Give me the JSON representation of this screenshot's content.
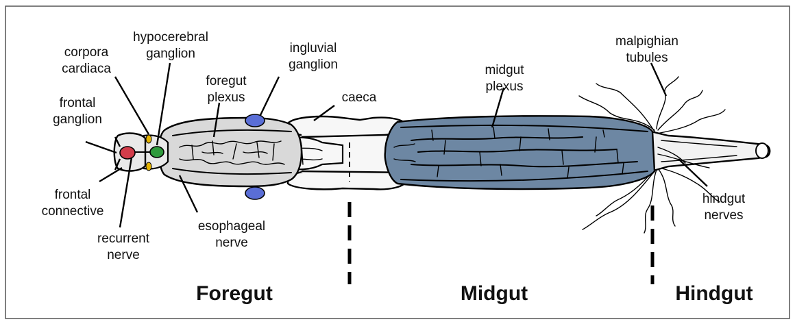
{
  "colors": {
    "foregut": "#d9d9d9",
    "midgut": "#6d87a3",
    "hindgut": "#f2f2f2",
    "caeca": "#f7f7f7",
    "frontal_ganglion": "#d23c4a",
    "hypocerebral_ganglion": "#2f9a3c",
    "ingluvial_ganglion": "#5a6ed6",
    "corpora_cardiaca": "#e6b400",
    "outline": "#000000",
    "border": "#555555"
  },
  "labels": {
    "corpora_cardiaca": [
      "corpora",
      "cardiaca"
    ],
    "hypocerebral_ganglion": [
      "hypocerebral",
      "ganglion"
    ],
    "foregut_plexus": [
      "foregut",
      "plexus"
    ],
    "ingluvial_ganglion": [
      "ingluvial",
      "ganglion"
    ],
    "caeca": [
      "caeca"
    ],
    "midgut_plexus": [
      "midgut",
      "plexus"
    ],
    "malpighian_tubules": [
      "malpighian",
      "tubules"
    ],
    "frontal_ganglion": [
      "frontal",
      "ganglion"
    ],
    "frontal_connective": [
      "frontal",
      "connective"
    ],
    "recurrent_nerve": [
      "recurrent",
      "nerve"
    ],
    "esophageal_nerve": [
      "esophageal",
      "nerve"
    ],
    "hindgut_nerves": [
      "hindgut",
      "nerves"
    ]
  },
  "regions": {
    "foregut": "Foregut",
    "midgut": "Midgut",
    "hindgut": "Hindgut"
  }
}
